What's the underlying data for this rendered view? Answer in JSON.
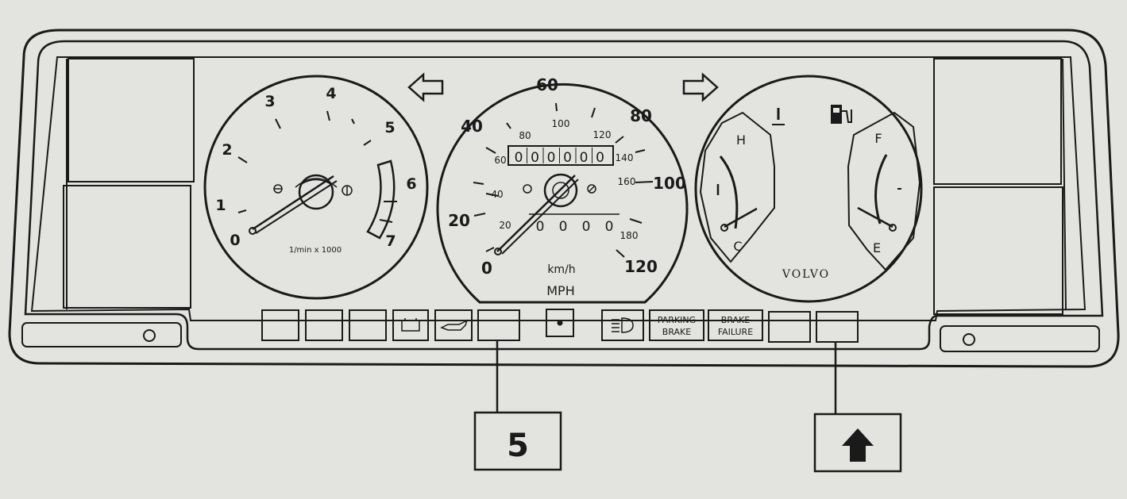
{
  "tachometer": {
    "labels": [
      "0",
      "1",
      "2",
      "3",
      "4",
      "5",
      "6",
      "7"
    ],
    "unit": "1/min x 1000"
  },
  "speedometer": {
    "mph_labels": [
      "0",
      "20",
      "40",
      "60",
      "80",
      "100",
      "120"
    ],
    "kmh_labels": [
      "20",
      "40",
      "60",
      "80",
      "100",
      "120",
      "140",
      "160",
      "180"
    ],
    "odometer": [
      "0",
      "0",
      "0",
      "0",
      "0",
      "0"
    ],
    "trip": [
      "0",
      "0",
      "0",
      "0"
    ],
    "small_text": "km/h",
    "unit": "MPH"
  },
  "combi_gauge": {
    "temp_high": "H",
    "temp_low": "C",
    "fuel_full": "F",
    "fuel_empty": "E",
    "brand": "VOLVO",
    "temp_icon": "thermometer-icon",
    "fuel_icon": "fuel-pump-icon"
  },
  "warning_lights": {
    "parking_brake": [
      "PARKING",
      "BRAKE"
    ],
    "brake_failure": [
      "BRAKE",
      "FAILURE"
    ],
    "icons": [
      "battery-icon",
      "oil-can-icon",
      "center-dot-icon",
      "headlight-high-beam-icon"
    ]
  },
  "callouts": {
    "number_label": "5",
    "arrow_icon": "up-arrow-icon"
  }
}
